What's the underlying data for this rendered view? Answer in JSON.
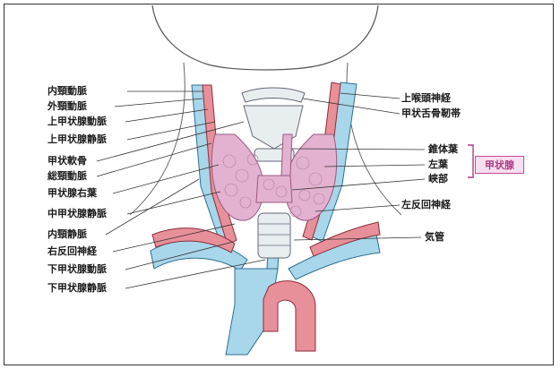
{
  "labels_left": [
    "内頸動脈",
    "外頸動脈",
    "上甲状腺動脈",
    "上甲状腺静脈",
    "甲状軟骨",
    "総頸動脈",
    "甲状腺右葉",
    "中甲状腺静脈",
    "内頸静脈",
    "右反回神経",
    "下甲状腺動脈",
    "下甲状腺静脈"
  ],
  "labels_right": [
    "上喉頭神経",
    "甲状舌骨靭帯",
    "錐体葉",
    "左葉",
    "峡部",
    "左反回神経",
    "気管"
  ],
  "group_label": "甲状腺",
  "colors": {
    "vein": "#a8d6ea",
    "artery": "#e8909a",
    "gland": "#e2b2d0",
    "leader": "#333333",
    "accent": "#b03a86"
  }
}
